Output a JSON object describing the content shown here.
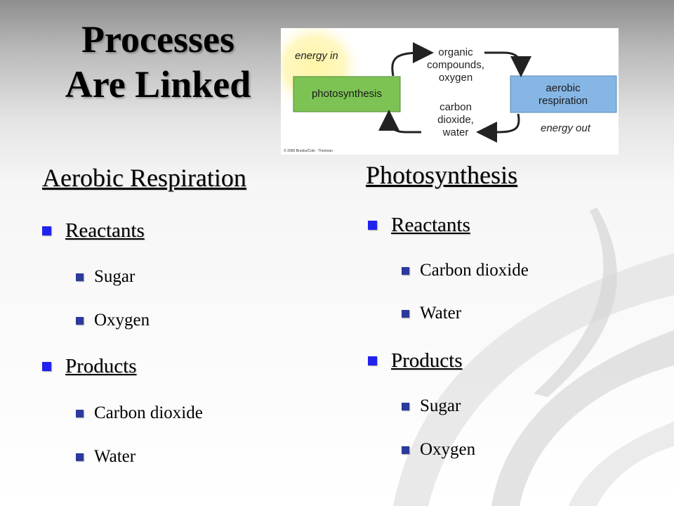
{
  "slide": {
    "title_line1": "Processes",
    "title_line2": "Are Linked"
  },
  "diagram": {
    "energy_in": "energy in",
    "energy_out": "energy out",
    "photosynthesis_box": "photosynthesis",
    "respiration_box_line1": "aerobic",
    "respiration_box_line2": "respiration",
    "top_flow": [
      "organic",
      "compounds,",
      "oxygen"
    ],
    "bottom_flow": [
      "carbon",
      "dioxide,",
      "water"
    ],
    "credit": "© 2006 Brooks/Cole - Thomson",
    "colors": {
      "photosynthesis": "#7dc354",
      "respiration": "#86b6e4",
      "sun_glow": "#fff39a"
    }
  },
  "left_column": {
    "heading": "Aerobic Respiration",
    "reactants_label": "Reactants",
    "reactants": [
      "Sugar",
      "Oxygen"
    ],
    "products_label": "Products",
    "products": [
      "Carbon dioxide",
      "Water"
    ]
  },
  "right_column": {
    "heading": "Photosynthesis",
    "reactants_label": "Reactants",
    "reactants": [
      "Carbon dioxide",
      "Water"
    ],
    "products_label": "Products",
    "products": [
      "Sugar",
      "Oxygen"
    ]
  }
}
